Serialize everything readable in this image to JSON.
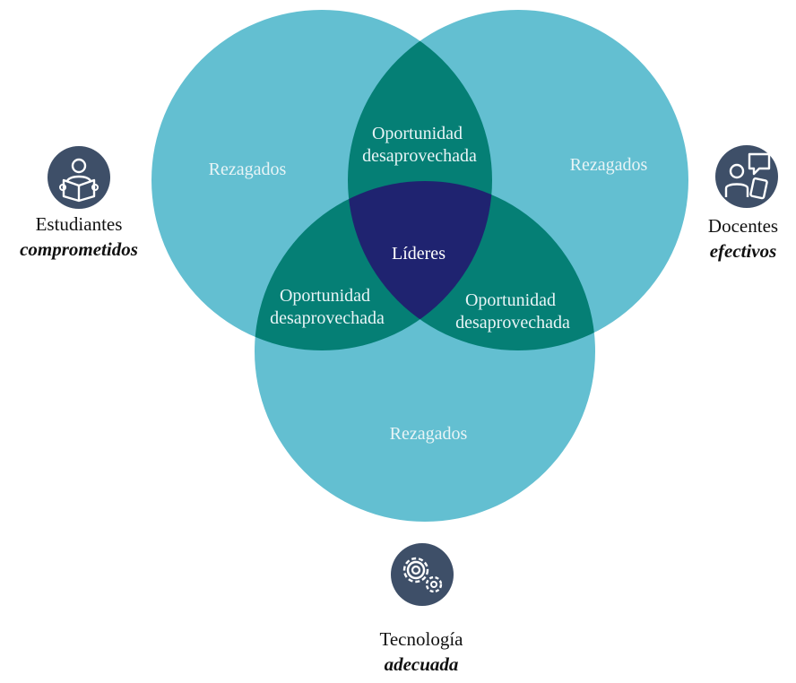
{
  "diagram": {
    "circles": {
      "students": {
        "label": "Rezagados"
      },
      "teachers": {
        "label": "Rezagados"
      },
      "technology": {
        "label": "Rezagados"
      }
    },
    "intersections": {
      "students_teachers": [
        "Oportunidad",
        "desaprovechada"
      ],
      "students_technology": [
        "Oportunidad",
        "desaprovechada"
      ],
      "teachers_technology": [
        "Oportunidad",
        "desaprovechada"
      ],
      "center": "Líderes"
    },
    "colors": {
      "circle": "#63bfd1",
      "pair_overlap": "#057f75",
      "center": "#1f2370",
      "icon_badge": "#3e4f68"
    }
  },
  "dimensions": {
    "students": {
      "line1": "Estudiantes",
      "line2": "comprometidos",
      "icon": "student-reading-icon"
    },
    "teachers": {
      "line1": "Docentes",
      "line2": "efectivos",
      "icon": "teacher-dialogue-icon"
    },
    "technology": {
      "line1": "Tecnología",
      "line2": "adecuada",
      "icon": "gears-icon"
    }
  }
}
